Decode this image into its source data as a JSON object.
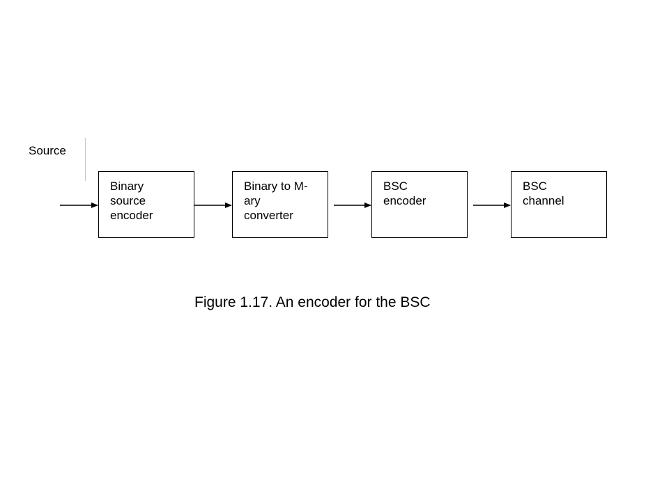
{
  "diagram": {
    "input_label": "Source",
    "blocks": [
      {
        "id": "binary-source-encoder",
        "label": "Binary\nsource\nencoder"
      },
      {
        "id": "binary-to-mary-converter",
        "label": "Binary to M-\nary\nconverter"
      },
      {
        "id": "bsc-encoder",
        "label": "BSC\nencoder"
      },
      {
        "id": "bsc-channel",
        "label": "BSC\nchannel"
      }
    ],
    "edges": [
      {
        "from": "Source",
        "to": "binary-source-encoder"
      },
      {
        "from": "binary-source-encoder",
        "to": "binary-to-mary-converter"
      },
      {
        "from": "binary-to-mary-converter",
        "to": "bsc-encoder"
      },
      {
        "from": "bsc-encoder",
        "to": "bsc-channel"
      }
    ],
    "caption": "Figure 1.17. An encoder for the BSC"
  }
}
